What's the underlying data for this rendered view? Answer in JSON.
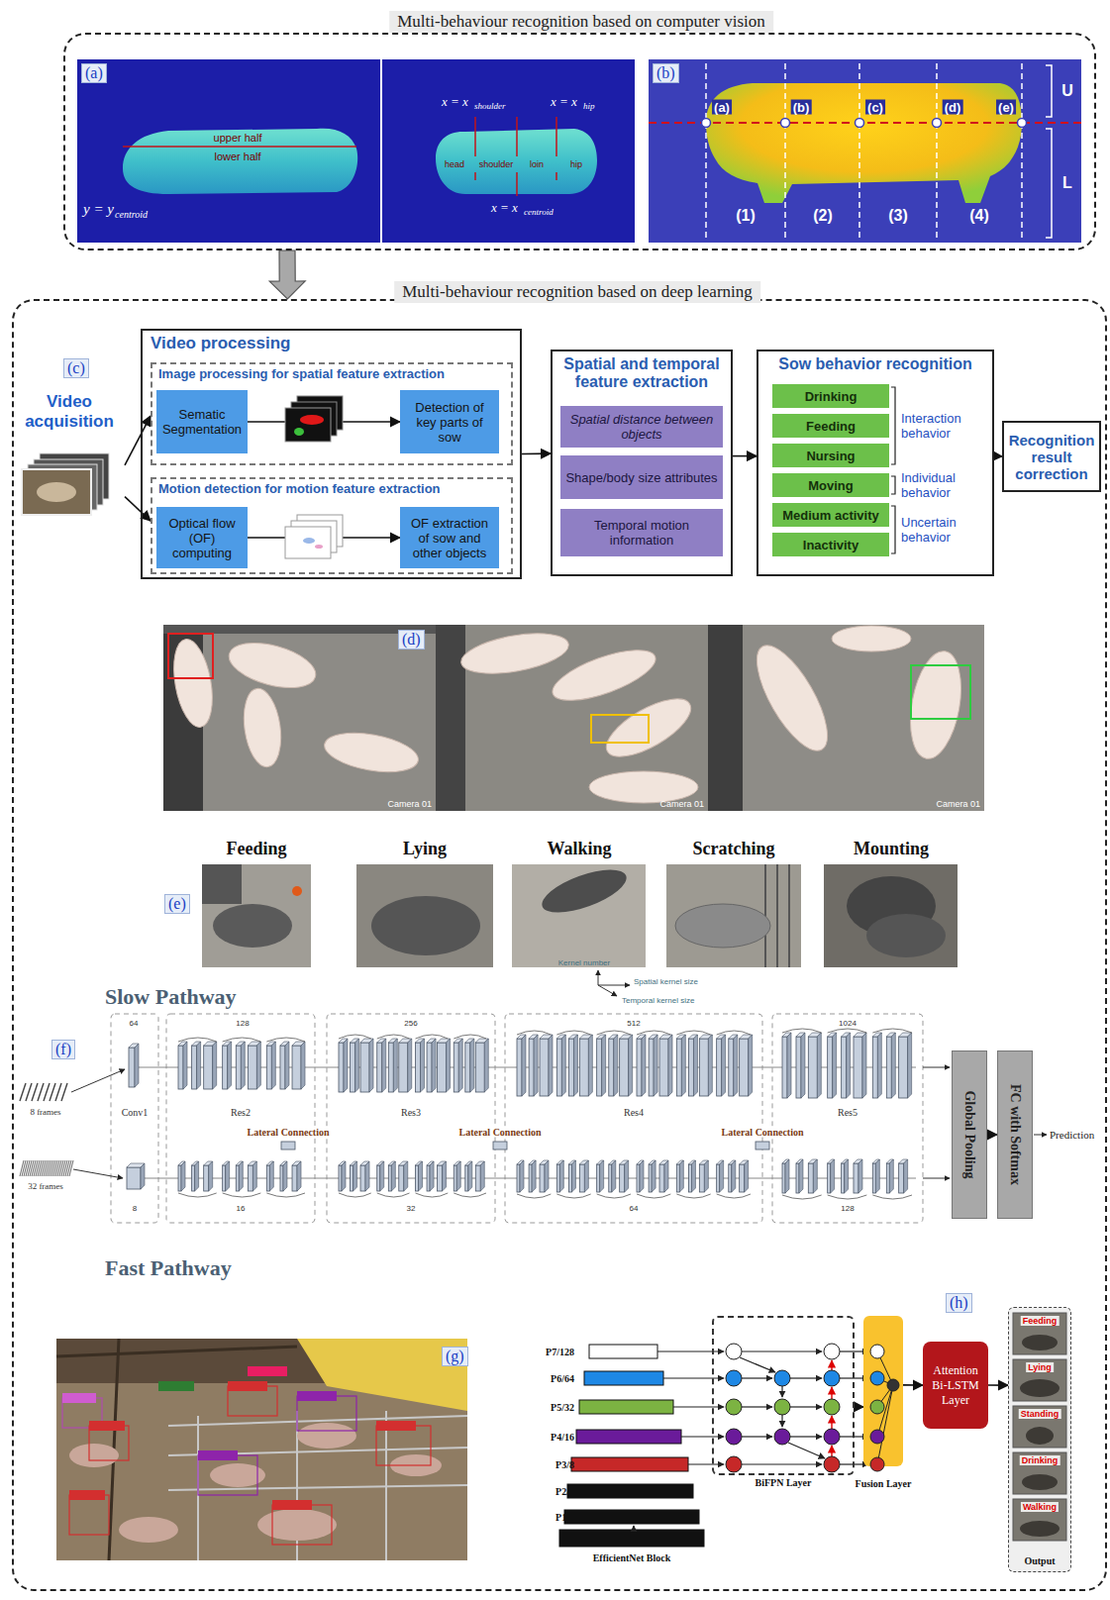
{
  "diagram": {
    "nodes": [
      {
        "text": [
          "Multi-behaviour recognition based on computer vision"
        ]
      },
      {
        "text": [
          "Multi-behaviour recognition based on deep learning"
        ]
      },
      {
        "text": [
          "Video acquisition"
        ],
        "in": 1
      },
      {
        "text": [
          "Video processing"
        ],
        "in": 1
      },
      {
        "text": [
          "Image processing for spatial feature extraction"
        ],
        "in": 3
      },
      {
        "text": [
          "Sematic Segmentation"
        ],
        "in": 4
      },
      {
        "text": [
          "Detection of key parts of sow"
        ],
        "in": 4
      },
      {
        "text": [
          "Motion detection for motion feature extraction"
        ],
        "in": 3
      },
      {
        "text": [
          "Optical flow (OF) computing"
        ],
        "in": 7
      },
      {
        "text": [
          "OF extraction of sow and other objects"
        ],
        "in": 7
      },
      {
        "text": [
          "Spatial and temporal feature extraction"
        ],
        "in": 1
      },
      {
        "text": [
          "Spatial distance between objects"
        ],
        "in": 10
      },
      {
        "text": [
          "Shape/body size attributes"
        ],
        "in": 10
      },
      {
        "text": [
          "Temporal motion information"
        ],
        "in": 10
      },
      {
        "text": [
          "Sow behavior recognition"
        ],
        "in": 1
      },
      {
        "text": [
          "Drinking"
        ],
        "in": 14
      },
      {
        "text": [
          "Feeding"
        ],
        "in": 14
      },
      {
        "text": [
          "Nursing"
        ],
        "in": 14
      },
      {
        "text": [
          "Moving"
        ],
        "in": 14
      },
      {
        "text": [
          "Medium activity"
        ],
        "in": 14
      },
      {
        "text": [
          "Inactivity"
        ],
        "in": 14
      },
      {
        "text": [
          "Recognition result correction"
        ],
        "in": 1
      },
      {
        "text": [
          "Global Pooling"
        ],
        "in": 1
      },
      {
        "text": [
          "FC with Softmax"
        ],
        "in": 1
      },
      {
        "text": [
          "BiFPN Layer"
        ],
        "in": 1
      },
      {
        "text": [
          "Fusion Layer"
        ],
        "in": 1
      },
      {
        "text": [
          "Attention Bi-LSTM Layer"
        ],
        "in": 1
      },
      {
        "text": [
          "Output"
        ],
        "in": 1
      }
    ],
    "edges": [
      {
        "from": 0,
        "to": 1,
        "arrow": "to"
      },
      {
        "from": 2,
        "to": 4,
        "arrow": "to"
      },
      {
        "from": 2,
        "to": 7,
        "arrow": "to"
      },
      {
        "from": 5,
        "to": 6,
        "arrow": "to"
      },
      {
        "from": 8,
        "to": 9,
        "arrow": "to"
      },
      {
        "from": 3,
        "to": 10,
        "arrow": "to"
      },
      {
        "from": 10,
        "to": 14,
        "arrow": "to"
      },
      {
        "from": 14,
        "to": 21,
        "arrow": "to"
      },
      {
        "from": 22,
        "to": 23,
        "arrow": "to"
      },
      {
        "from": 24,
        "to": 25,
        "arrow": "to"
      },
      {
        "from": 25,
        "to": 26,
        "arrow": "to"
      },
      {
        "from": 26,
        "to": 27,
        "arrow": "to"
      }
    ],
    "labels": [
      "(a)",
      "upper half",
      "lower half",
      "y = y",
      "centroid",
      "x = x",
      "shoulder",
      "x = x",
      "hip",
      "head",
      "shoulder",
      "loin",
      "hip",
      "x = x",
      "centroid",
      "(b)",
      "(a)",
      "(b)",
      "(c)",
      "(d)",
      "(e)",
      "(1)",
      "(2)",
      "(3)",
      "(4)",
      "U",
      "L",
      "(c)",
      "Interaction behavior",
      "Individual behavior",
      "Uncertain behavior",
      "(d)",
      "Camera 01",
      "Camera 01",
      "Camera 01",
      "(e)",
      "Feeding",
      "Lying",
      "Walking",
      "Scratching",
      "Mounting",
      "Slow Pathway",
      "Fast Pathway",
      "(f)",
      "8 frames",
      "32 frames",
      "Conv1",
      "Res2",
      "Res3",
      "Res4",
      "Res5",
      "Lateral Connection",
      "Lateral Connection",
      "Lateral Connection",
      "Prediction",
      "Kernel number",
      "Spatial kernel size",
      "Temporal kernel size",
      "64",
      "128",
      "256",
      "512",
      "1024",
      "8",
      "16",
      "32",
      "64",
      "128",
      "(g)",
      "(h)",
      "P7/128",
      "P6/64",
      "P5/32",
      "P4/16",
      "P3/8",
      "P2/4",
      "P1/2",
      "EfficientNet Block",
      "Feeding",
      "Lying",
      "Standing",
      "Drinking",
      "Walking"
    ]
  }
}
